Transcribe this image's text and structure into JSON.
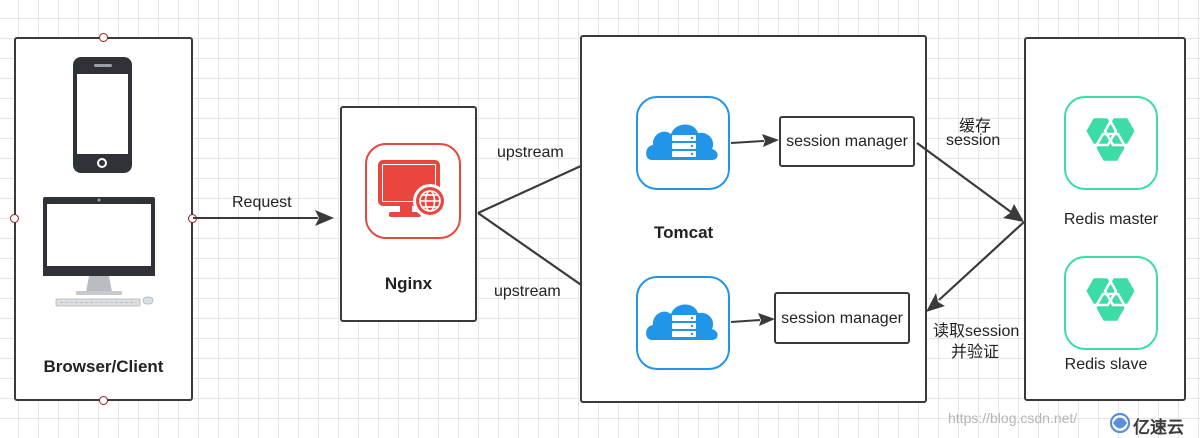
{
  "client": {
    "label": "Browser/Client"
  },
  "request": {
    "label": "Request"
  },
  "nginx": {
    "label": "Nginx"
  },
  "upstream": {
    "top_label": "upstream",
    "bottom_label": "upstream"
  },
  "tomcat": {
    "label": "Tomcat"
  },
  "session_manager": {
    "top_label": "session manager",
    "bottom_label": "session manager"
  },
  "cache": {
    "line1": "缓存",
    "line2": "session"
  },
  "read": {
    "line1": "读取session",
    "line2": "并验证"
  },
  "redis": {
    "master_label": "Redis master",
    "slave_label": "Redis slave"
  },
  "watermark": {
    "url": "https://blog.csdn.net/",
    "brand": "亿速云"
  },
  "colors": {
    "nginx_red": "#e8463f",
    "cloud_blue": "#2196e8",
    "redis_green": "#3ddba6",
    "line_gray": "#3a3a3a"
  }
}
